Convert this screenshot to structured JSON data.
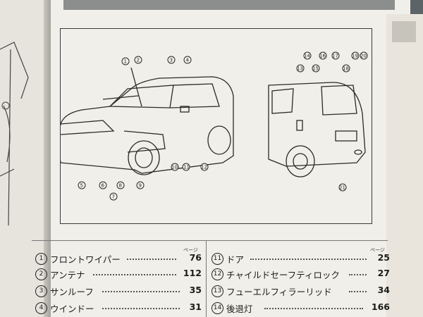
{
  "left_list": {
    "unit": "ページ",
    "items": [
      {
        "num": "1",
        "label": "フロントワイパー",
        "page": "76"
      },
      {
        "num": "2",
        "label": "アンテナ",
        "page": "112"
      },
      {
        "num": "3",
        "label": "サンルーフ",
        "page": "35"
      },
      {
        "num": "4",
        "label": "ウインドー",
        "page": "31"
      }
    ]
  },
  "right_list": {
    "unit": "ページ",
    "items": [
      {
        "num": "11",
        "label": "ドア",
        "page": "25"
      },
      {
        "num": "12",
        "label": "チャイルドセーフティロック",
        "page": "27"
      },
      {
        "num": "13",
        "label": "フューエルフィラーリッド",
        "page": "34"
      },
      {
        "num": "14",
        "label": "後退灯",
        "page": "166"
      }
    ]
  },
  "diagram_callouts": [
    "1",
    "2",
    "3",
    "4",
    "5",
    "6",
    "7",
    "8",
    "9",
    "10",
    "11",
    "12",
    "13",
    "14",
    "15",
    "16",
    "17",
    "18",
    "19",
    "20",
    "21"
  ],
  "colors": {
    "paper": "#f1efe9",
    "ink": "#1c1c1c",
    "background": "#5d6468"
  }
}
